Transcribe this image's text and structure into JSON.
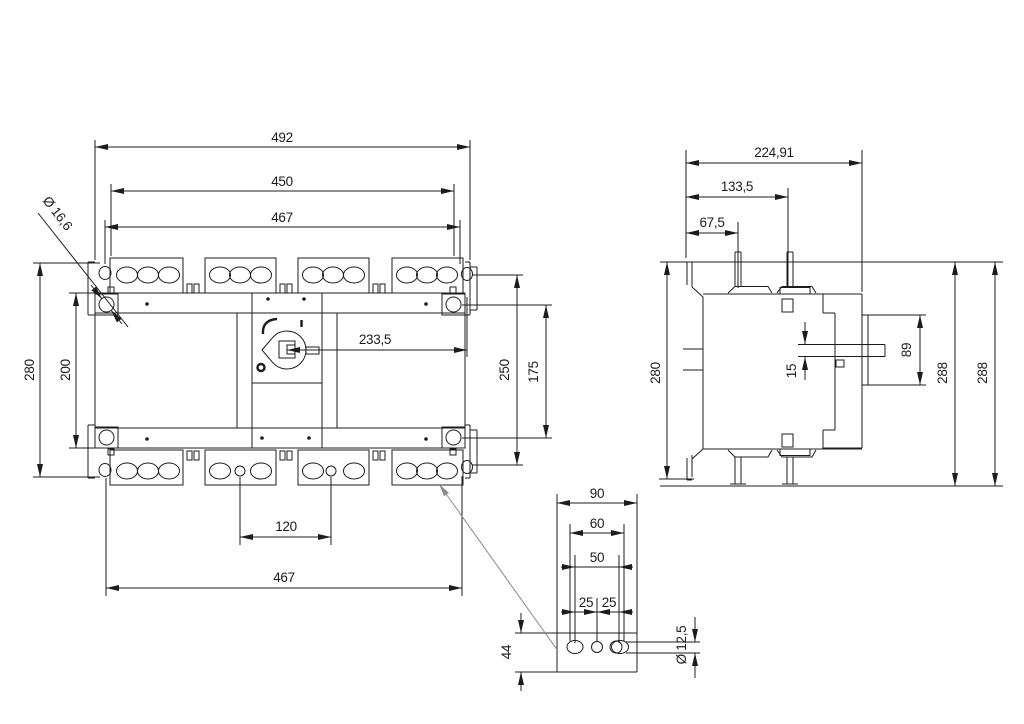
{
  "colors": {
    "line": "#1c1c1c",
    "leader": "#8c8c8c",
    "background": "#ffffff"
  },
  "front_view": {
    "width_overall": "492",
    "width_terminals": "450",
    "width_mount_holes_top": "467",
    "mount_hole_diameter": "Ø 16,6",
    "height_overall": "280",
    "height_body": "200",
    "handle_to_edge": "233,5",
    "height_right_outer": "250",
    "height_mount_holes": "175",
    "terminal_center_spacing": "120",
    "width_mount_holes_bottom": "467"
  },
  "side_view": {
    "depth_overall": "224,91",
    "depth_terminal_2": "133,5",
    "depth_terminal_1": "67,5",
    "height_body": "280",
    "shaft_height": "15",
    "handle_plate_height": "89",
    "height_overall_left": "288",
    "height_overall_right": "288"
  },
  "detail_view": {
    "plate_width": "90",
    "hole_span_outer": "60",
    "hole_span_slots": "50",
    "hole_pitch_left": "25",
    "hole_pitch_right": "25",
    "plate_height": "44",
    "hole_diameter": "Ø 12,5"
  }
}
